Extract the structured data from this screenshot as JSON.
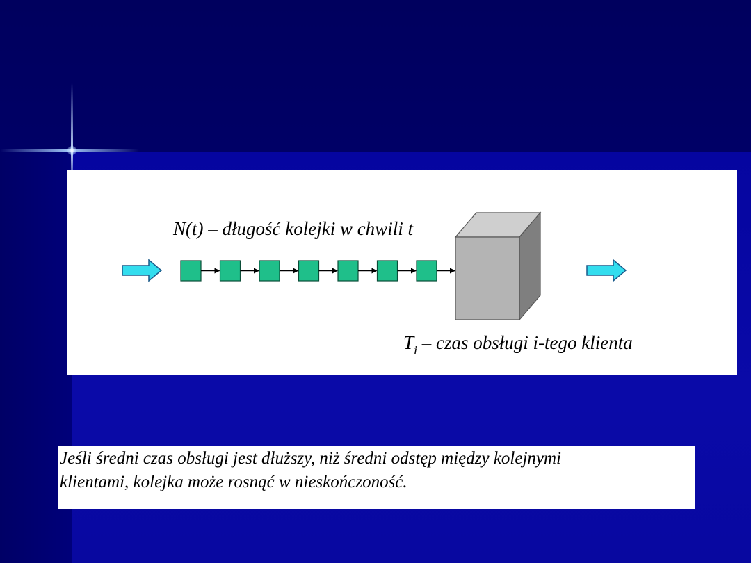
{
  "diagram": {
    "queue_label": "N(t) – długość kolejki w chwili t",
    "service_label_symbol": "T",
    "service_label_subscript": "i",
    "service_label_text": " – czas obsługi i-tego klienta",
    "queue_length_boxes": 7,
    "colors": {
      "arrow_fill": "#33ddee",
      "queue_box_fill": "#1fbf8a",
      "server_front": "#b4b4b4",
      "server_top": "#cfcfcf",
      "server_side": "#7f7f7f"
    }
  },
  "caption": {
    "line1": "Jeśli średni czas obsługi jest dłuższy, niż średni odstęp między kolejnymi",
    "line2": "klientami, kolejka może rosnąć w nieskończoność."
  }
}
